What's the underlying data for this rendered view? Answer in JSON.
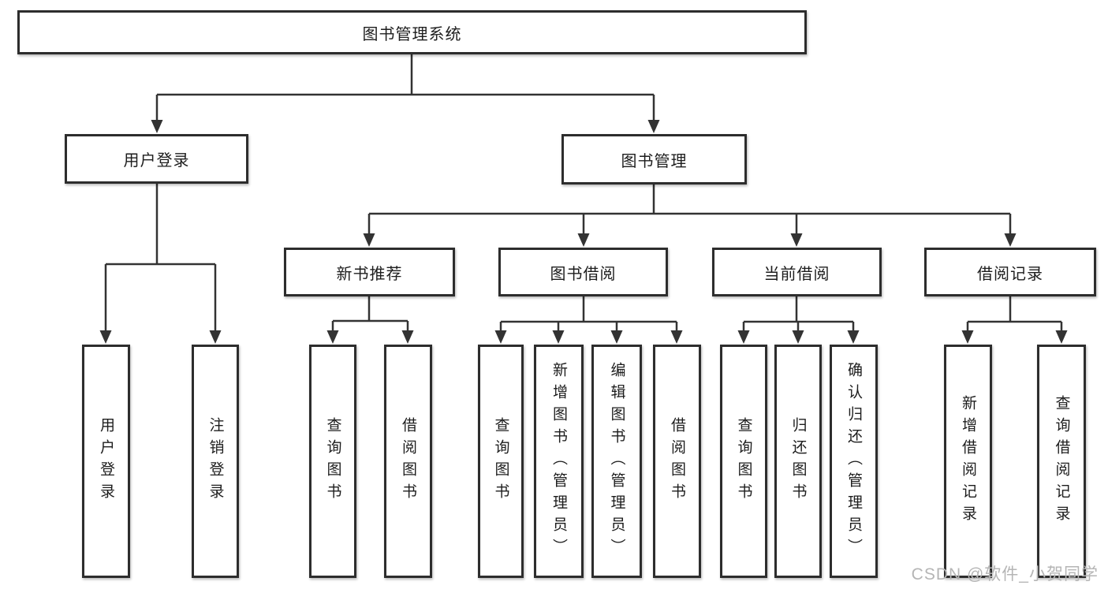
{
  "tree": {
    "root": {
      "label": "图书管理系统",
      "children": [
        {
          "label": "用户登录",
          "children": [
            {
              "label": "用户登录"
            },
            {
              "label": "注销登录"
            }
          ]
        },
        {
          "label": "图书管理",
          "children": [
            {
              "label": "新书推荐",
              "children": [
                {
                  "label": "查询图书"
                },
                {
                  "label": "借阅图书"
                }
              ]
            },
            {
              "label": "图书借阅",
              "children": [
                {
                  "label": "查询图书"
                },
                {
                  "label": "新增图书（管理员）"
                },
                {
                  "label": "编辑图书（管理员）"
                },
                {
                  "label": "借阅图书"
                }
              ]
            },
            {
              "label": "当前借阅",
              "children": [
                {
                  "label": "查询图书"
                },
                {
                  "label": "归还图书"
                },
                {
                  "label": "确认归还（管理员）"
                }
              ]
            },
            {
              "label": "借阅记录",
              "children": [
                {
                  "label": "新增借阅记录"
                },
                {
                  "label": "查询借阅记录"
                }
              ]
            }
          ]
        }
      ]
    }
  },
  "watermark": "CSDN @软件_小贺同学",
  "colors": {
    "line": "#333333",
    "border": "#2d2d2d",
    "text": "#1d1d1d",
    "watermark_text": "#b5b5b5",
    "background": "#ffffff"
  }
}
